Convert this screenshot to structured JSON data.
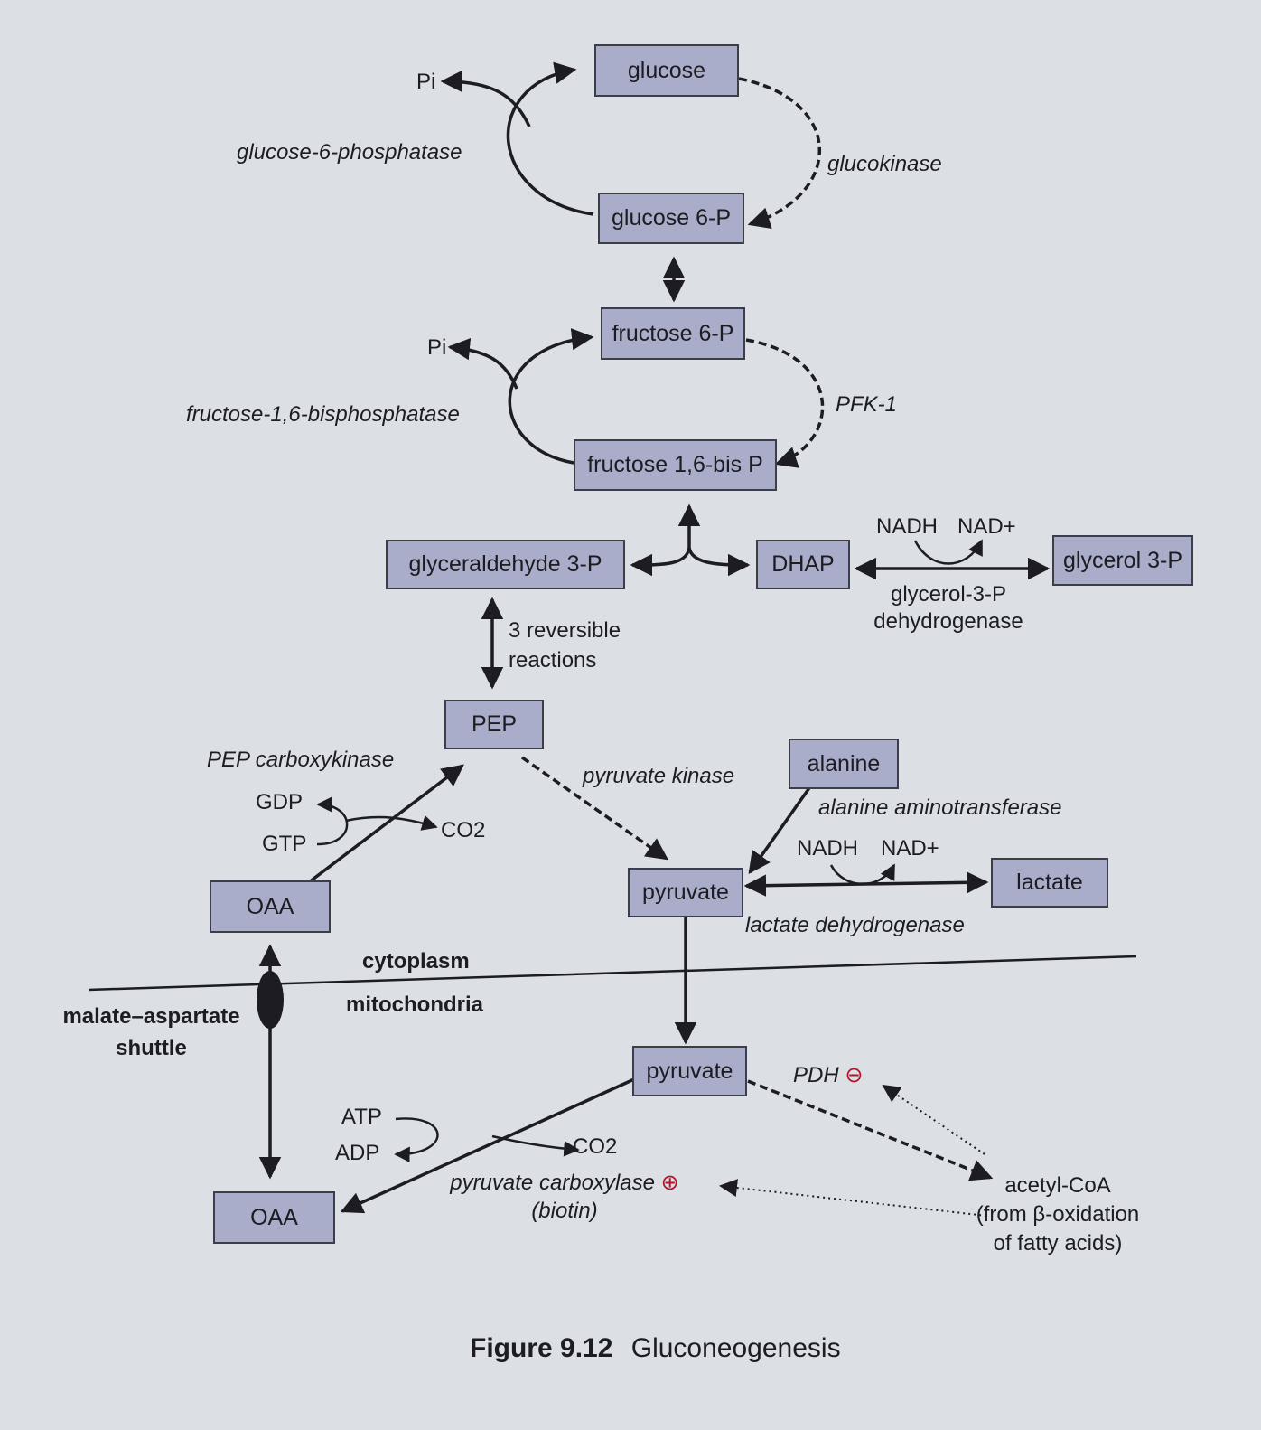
{
  "figure": {
    "number": "Figure 9.12",
    "title": "Gluconeogenesis"
  },
  "boxes": {
    "glucose": "glucose",
    "glucose6p": "glucose 6-P",
    "fructose6p": "fructose 6-P",
    "fructose16bisp": "fructose 1,6-bis P",
    "glyceraldehyde3p": "glyceraldehyde 3-P",
    "dhap": "DHAP",
    "glycerol3p": "glycerol 3-P",
    "pep": "PEP",
    "alanine": "alanine",
    "oaa_cyto": "OAA",
    "pyruvate_cyto": "pyruvate",
    "lactate": "lactate",
    "pyruvate_mito": "pyruvate",
    "oaa_mito": "OAA"
  },
  "enzymes": {
    "glucose6phosphatase": "glucose-6-phosphatase",
    "glucokinase": "glucokinase",
    "fructose16bisphosphatase": "fructose-1,6-bisphosphatase",
    "pfk1": "PFK-1",
    "glycerol3p_dehydrogenase_line1": "glycerol-3-P",
    "glycerol3p_dehydrogenase_line2": "dehydrogenase",
    "pep_carboxykinase": "PEP carboxykinase",
    "pyruvate_kinase": "pyruvate kinase",
    "alanine_aminotransferase": "alanine aminotransferase",
    "lactate_dehydrogenase": "lactate dehydrogenase",
    "pdh": "PDH",
    "pyruvate_carboxylase": "pyruvate carboxylase",
    "biotin": "(biotin)"
  },
  "cofactors": {
    "pi_top": "Pi",
    "pi_mid": "Pi",
    "nadh_dhap": "NADH",
    "nad_dhap": "NAD+",
    "gdp": "GDP",
    "gtp": "GTP",
    "co2_pepck": "CO2",
    "nadh_ldh": "NADH",
    "nad_ldh": "NAD+",
    "atp": "ATP",
    "adp": "ADP",
    "co2_pc": "CO2",
    "pdh_sign": "⊖",
    "pc_sign": "⊕"
  },
  "notes": {
    "reversible_line1": "3 reversible",
    "reversible_line2": "reactions",
    "cytoplasm": "cytoplasm",
    "mitochondria": "mitochondria",
    "shuttle_line1": "malate–aspartate",
    "shuttle_line2": "shuttle",
    "acetylcoa_line1": "acetyl-CoA",
    "acetylcoa_line2": "(from β-oxidation",
    "acetylcoa_line3": "of fatty acids)"
  }
}
